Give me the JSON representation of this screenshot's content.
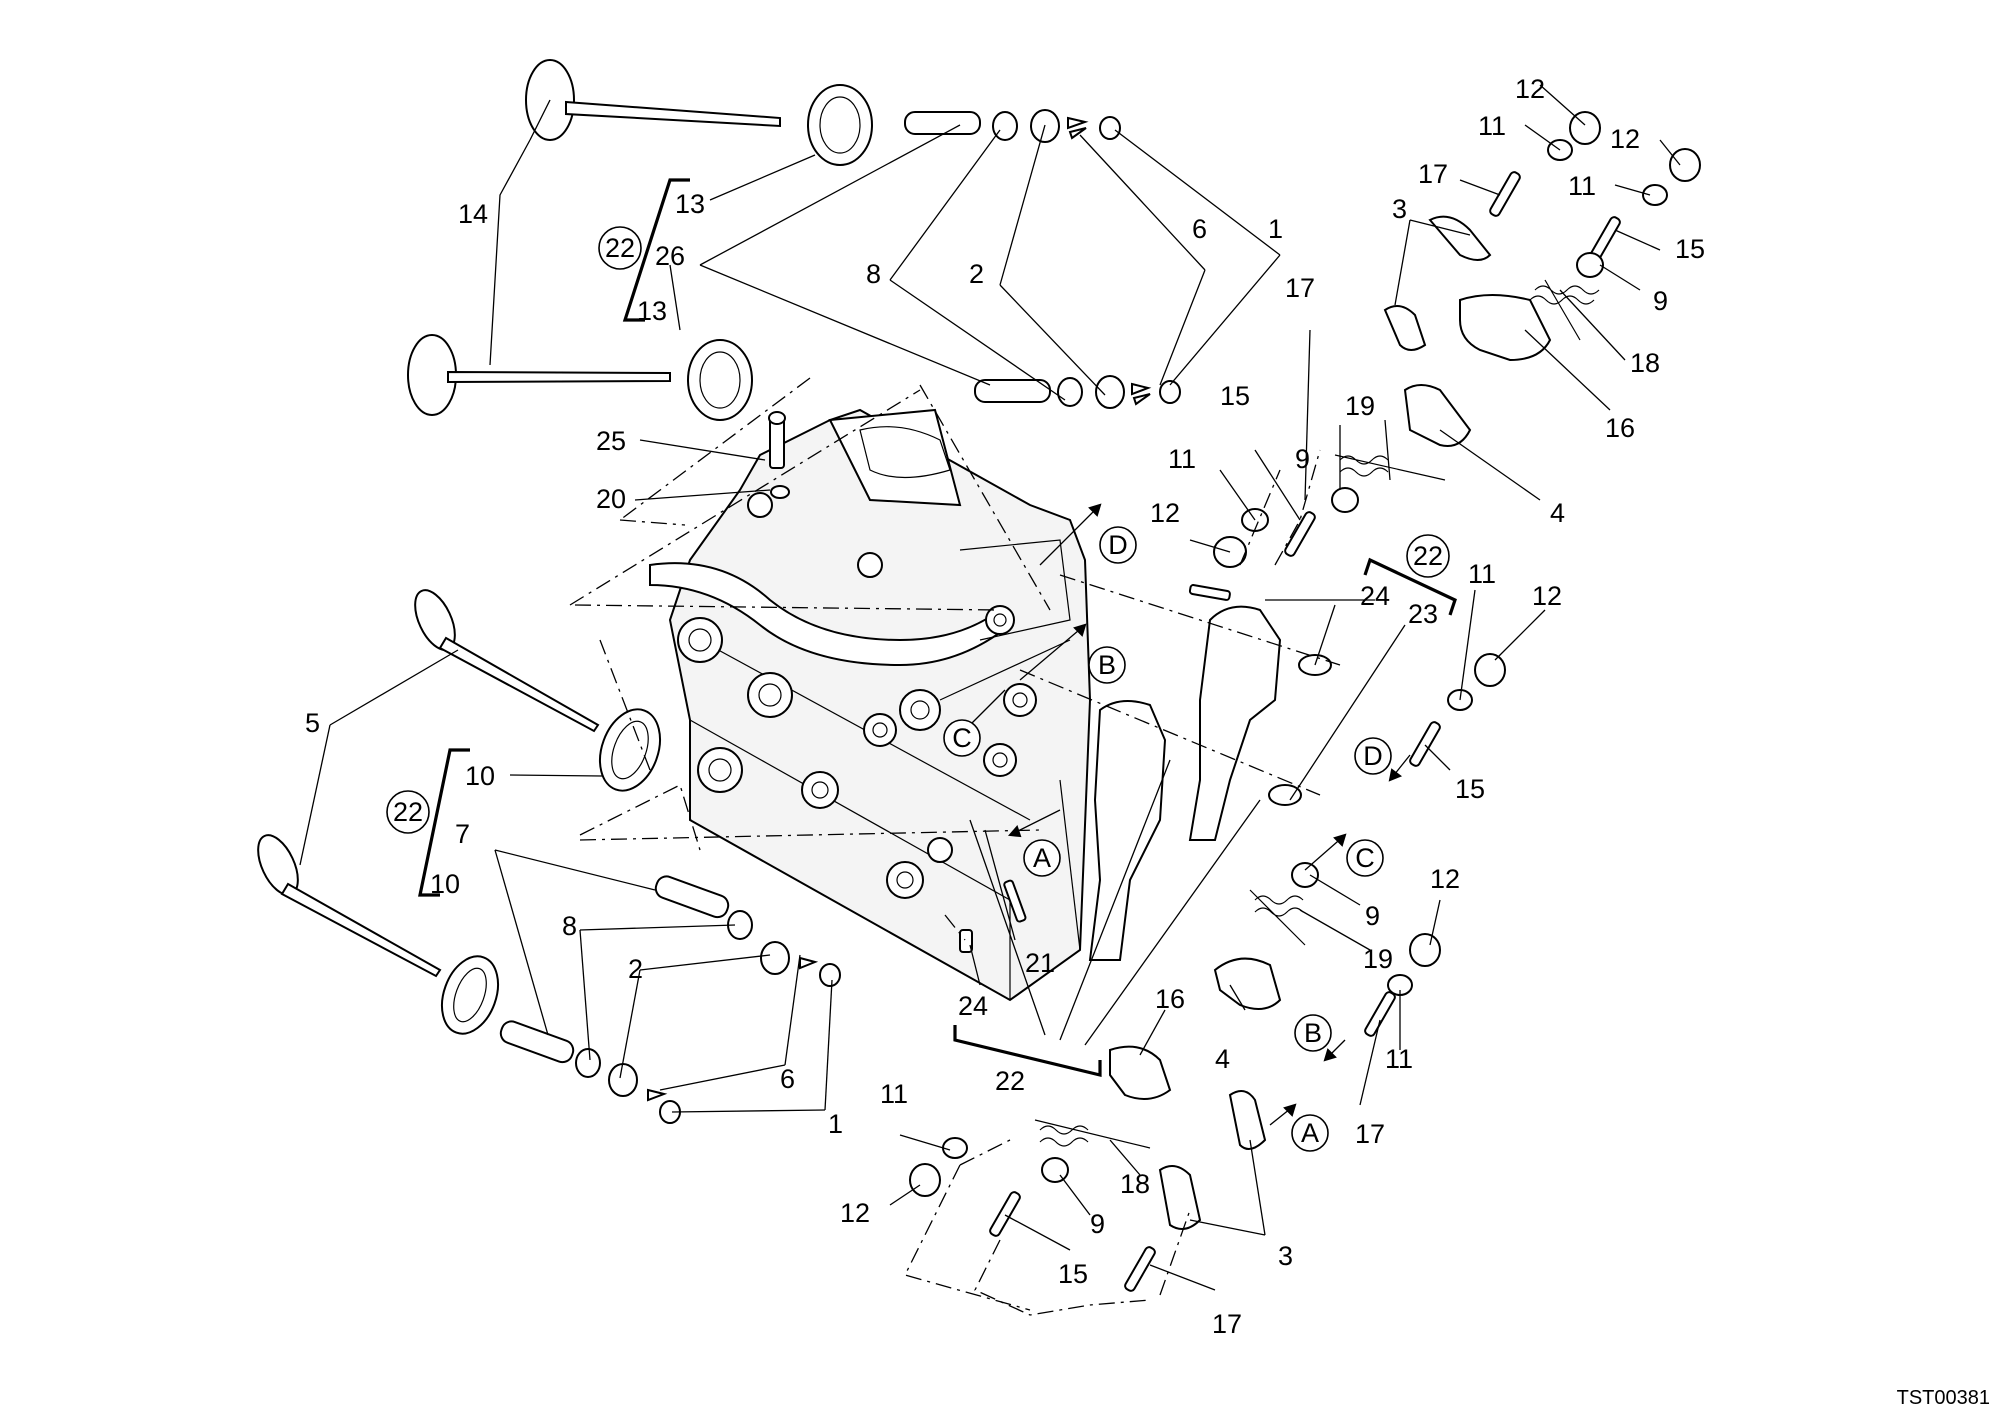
{
  "figure_code": "TST00381",
  "callouts": {
    "c1": "1",
    "c2": "2",
    "c3": "3",
    "c4": "4",
    "c5": "5",
    "c6": "6",
    "c7": "7",
    "c8": "8",
    "c9": "9",
    "c10": "10",
    "c11": "11",
    "c12": "12",
    "c13": "13",
    "c14": "14",
    "c15": "15",
    "c16": "16",
    "c17": "17",
    "c18": "18",
    "c19": "19",
    "c20": "20",
    "c21": "21",
    "c22": "22",
    "c23": "23",
    "c24": "24",
    "c25": "25",
    "c26": "26"
  },
  "refs": {
    "A": "A",
    "B": "B",
    "C": "C",
    "D": "D"
  }
}
